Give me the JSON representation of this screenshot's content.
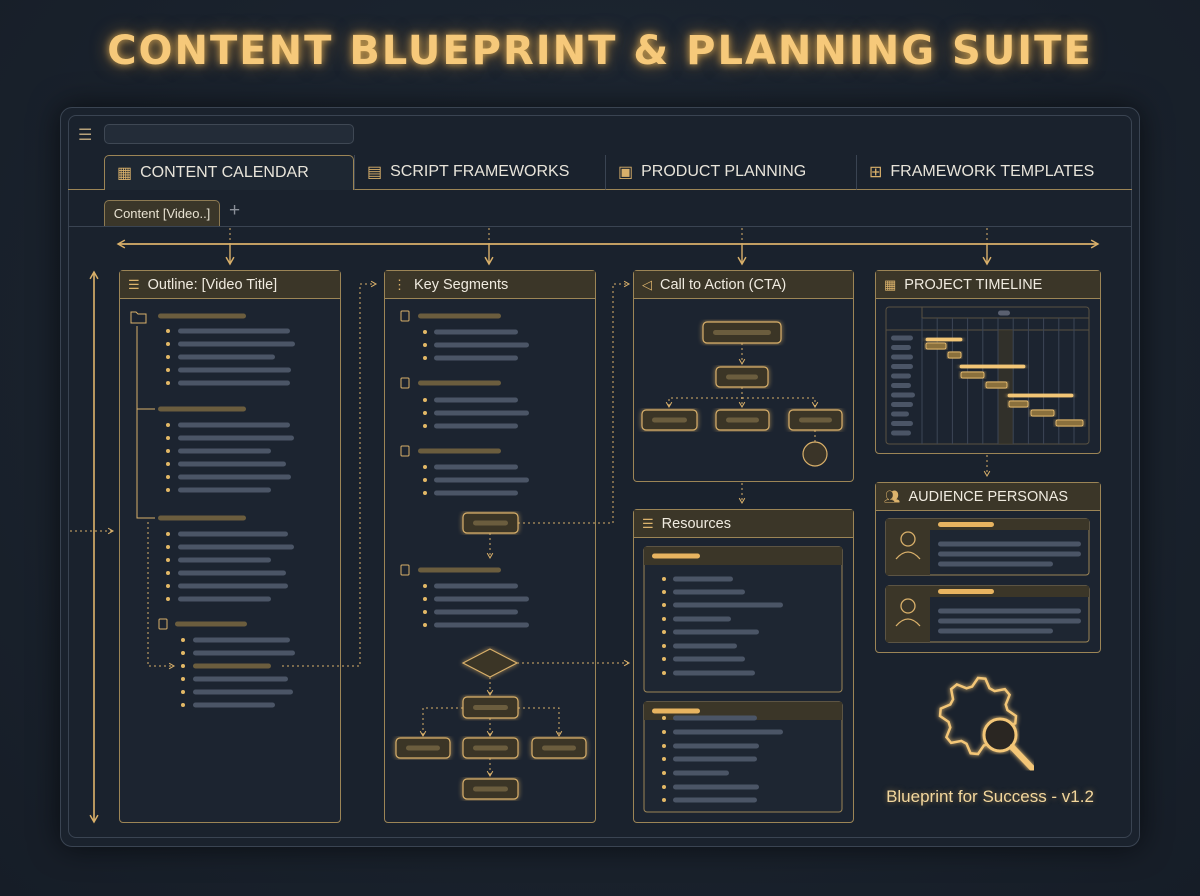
{
  "title": "CONTENT BLUEPRINT & PLANNING SUITE",
  "toolbar": {
    "menu_icon": "hamburger-icon",
    "search_value": ""
  },
  "tabs": [
    {
      "label": "CONTENT CALENDAR",
      "icon": "calendar-icon",
      "active": true
    },
    {
      "label": "SCRIPT FRAMEWORKS",
      "icon": "script-icon"
    },
    {
      "label": "PRODUCT PLANNING",
      "icon": "briefcase-icon"
    },
    {
      "label": "FRAMEWORK TEMPLATES",
      "icon": "grid-icon"
    }
  ],
  "subtabs": [
    {
      "label": "Content [Video..]"
    }
  ],
  "add_subtab": "+",
  "panels": {
    "outline": "Outline: [Video Title]",
    "segments": "Key Segments",
    "cta": "Call to Action (CTA)",
    "resources": "Resources",
    "timeline": "PROJECT TIMELINE",
    "personas": "AUDIENCE PERSONAS"
  },
  "footer": "Blueprint for Success - v1.2",
  "colors": {
    "accent": "#f3c677",
    "background": "#1a222d",
    "border": "#9c8556"
  }
}
